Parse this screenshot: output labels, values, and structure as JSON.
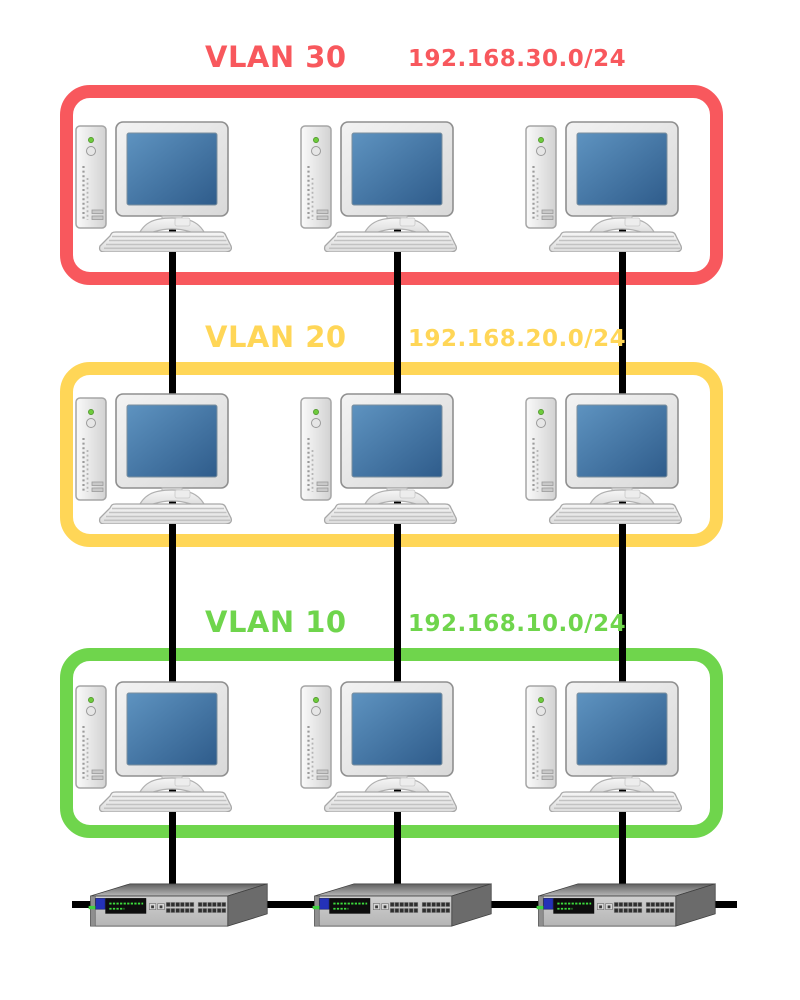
{
  "diagram": {
    "kind": "vlan-network-topology",
    "background": "#ffffff",
    "link_color": "#000000"
  },
  "vlans": [
    {
      "label": "VLAN 30",
      "subnet": "192.168.30.0/24",
      "color": "#f8585d",
      "hosts": 3
    },
    {
      "label": "VLAN 20",
      "subnet": "192.168.20.0/24",
      "color": "#ffd657",
      "hosts": 3
    },
    {
      "label": "VLAN 10",
      "subnet": "192.168.10.0/24",
      "color": "#6fd54c",
      "hosts": 3
    }
  ],
  "switches": {
    "count": 3
  },
  "icons": {
    "host": "workstation-icon",
    "switch": "rack-switch-icon"
  }
}
